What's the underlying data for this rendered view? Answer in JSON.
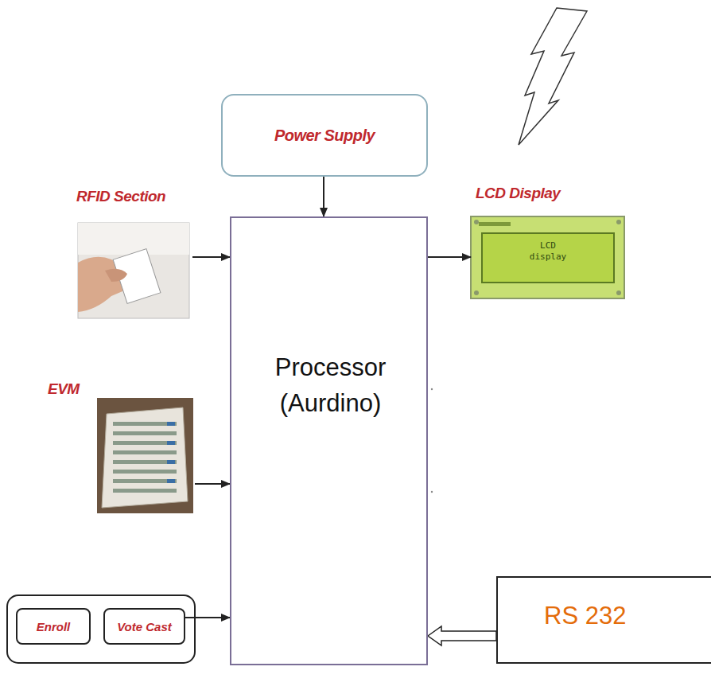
{
  "diagram": {
    "nodes": [
      {
        "text": [
          "Power Supply"
        ]
      },
      {
        "text": [
          "RFID Section"
        ]
      },
      {
        "text": [
          "LCD Display"
        ]
      },
      {
        "text": [
          "Processor (Aurdino)"
        ]
      },
      {
        "text": [
          "EVM"
        ]
      },
      {
        "text": [
          "Enroll"
        ]
      },
      {
        "text": [
          "Vote Cast"
        ]
      },
      {
        "text": [
          "RS 232"
        ]
      }
    ],
    "edges": [
      {
        "from": 0,
        "to": 3,
        "arrow": "to"
      },
      {
        "from": 1,
        "to": 3,
        "arrow": "to"
      },
      {
        "from": 3,
        "to": 2,
        "arrow": "to"
      },
      {
        "from": 4,
        "to": 3,
        "arrow": "to"
      },
      {
        "from": 6,
        "to": 3,
        "arrow": "to"
      },
      {
        "from": 7,
        "to": 3,
        "arrow": "to"
      }
    ],
    "labels": [
      "LCD display"
    ]
  }
}
